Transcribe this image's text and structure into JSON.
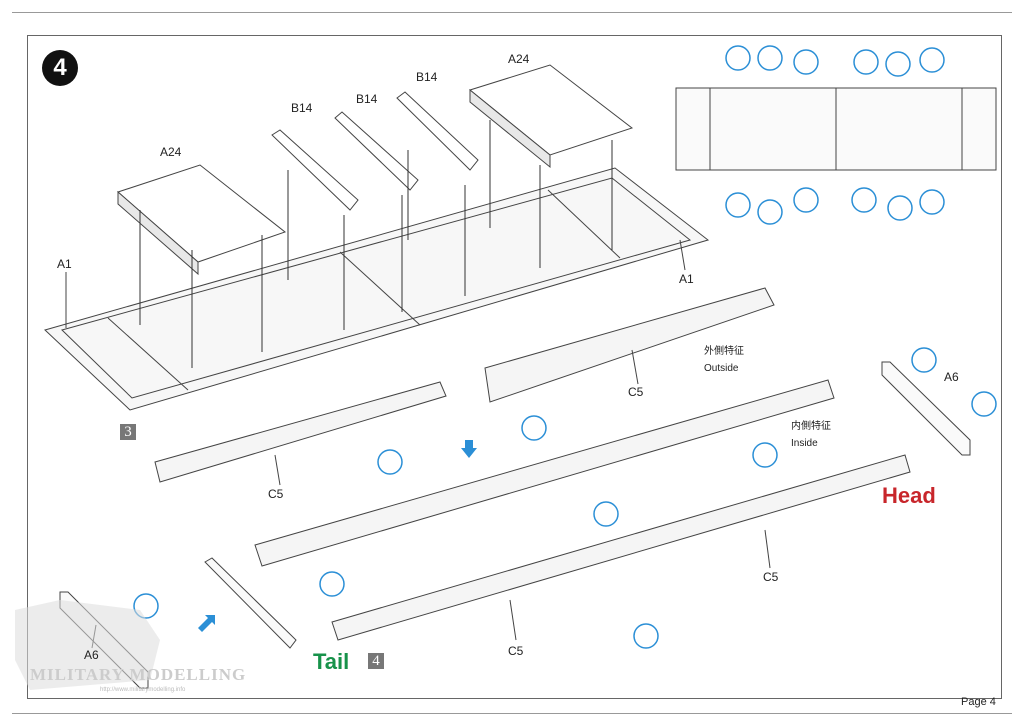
{
  "step_number": "4",
  "parts": {
    "a24_left": "A24",
    "a24_right": "A24",
    "b14_1": "B14",
    "b14_2": "B14",
    "b14_3": "B14",
    "a1_left": "A1",
    "a1_right": "A1",
    "c5_1": "C5",
    "c5_2": "C5",
    "c5_3": "C5",
    "c5_4": "C5",
    "a6_right": "A6",
    "a6_left": "A6"
  },
  "notes": {
    "outside_cn": "外側特征",
    "outside_en": "Outside",
    "inside_cn": "内側特征",
    "inside_en": "Inside",
    "head": "Head",
    "tail": "Tail"
  },
  "sub_steps": {
    "left": "3",
    "tail": "4"
  },
  "watermark": {
    "text": "MILITARY MODELLING",
    "url": "http://www.militarymodelling.info"
  },
  "page_label": "Page 4",
  "colors": {
    "head": "#c8262b",
    "tail": "#17924a",
    "callout": "#2b8fd6",
    "glue": "#e23a3a"
  }
}
